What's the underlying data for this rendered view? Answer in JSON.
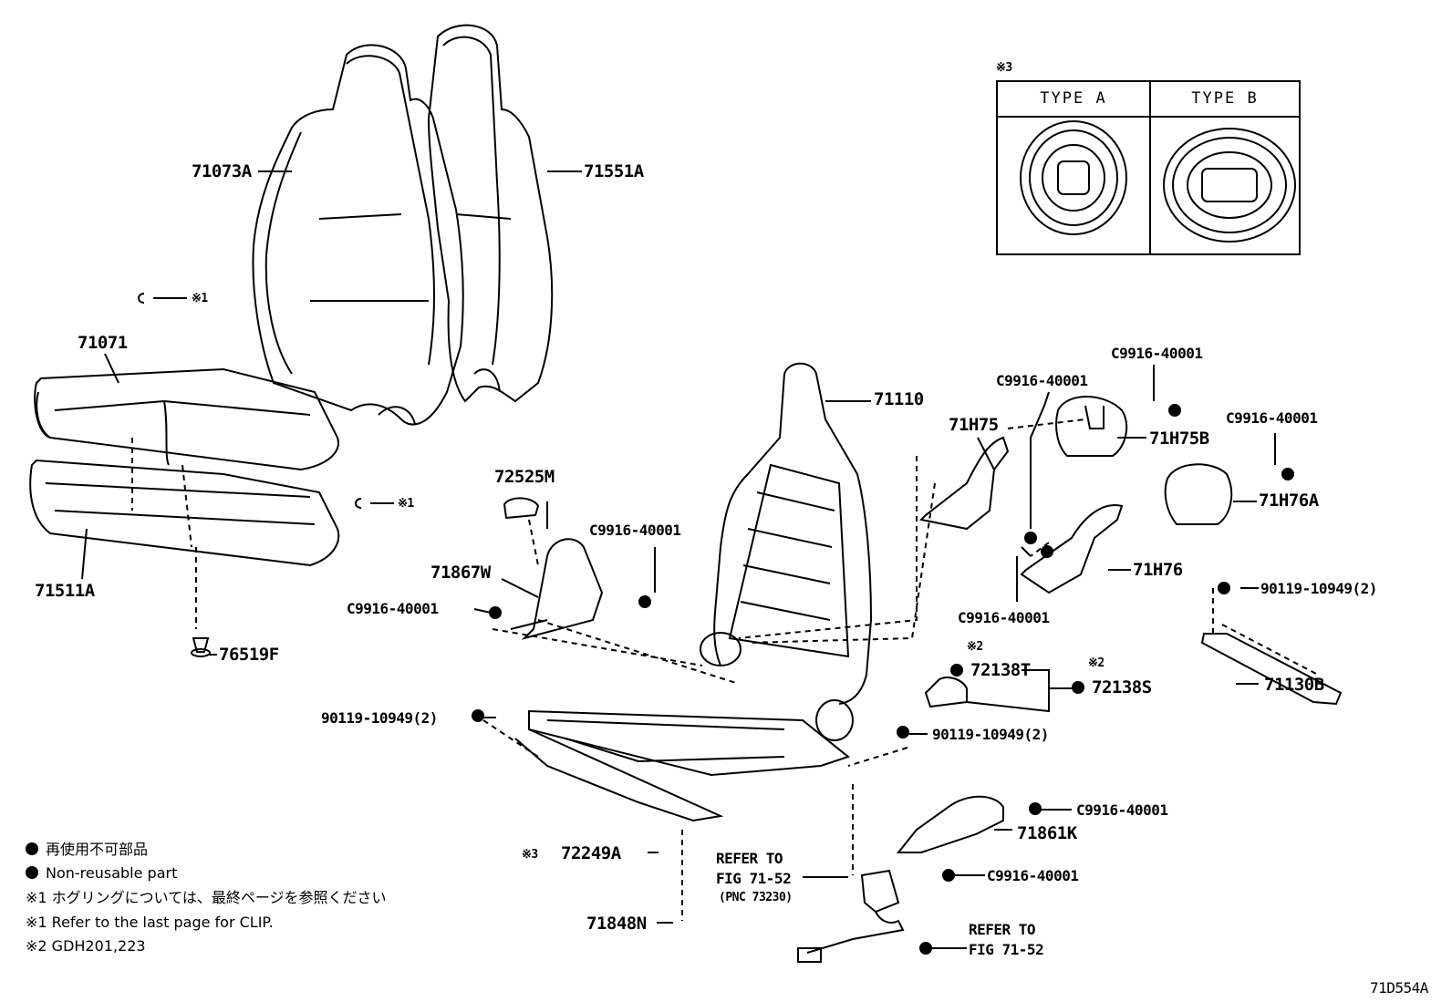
{
  "diagram_id": "71D554A",
  "type_table": {
    "marker": "※3",
    "type_a": "TYPE  A",
    "type_b": "TYPE  B"
  },
  "labels": {
    "l_71073A": "71073A",
    "l_71551A": "71551A",
    "l_clip1": "※1",
    "l_71071": "71071",
    "l_clip2": "※1",
    "l_71511A": "71511A",
    "l_76519F": "76519F",
    "l_71110": "71110",
    "l_71H75": "71H75",
    "l_c_top1": "C9916-40001",
    "l_c_top2": "C9916-40001",
    "l_71H75B": "71H75B",
    "l_c_right": "C9916-40001",
    "l_71H76A": "71H76A",
    "l_72525M": "72525M",
    "l_c_mid": "C9916-40001",
    "l_71867W": "71867W",
    "l_c_left": "C9916-40001",
    "l_71H76": "71H76",
    "l_c_h76": "C9916-40001",
    "l_90119_r": "90119-10949(2)",
    "l_71130B": "71130B",
    "l_m2a": "※2",
    "l_72138T": "72138T",
    "l_m2b": "※2",
    "l_72138S": "72138S",
    "l_90119_l": "90119-10949(2)",
    "l_90119_m": "90119-10949(2)",
    "l_c_861a": "C9916-40001",
    "l_71861K": "71861K",
    "l_c_861b": "C9916-40001",
    "l_m3": "※3",
    "l_72249A": "72249A",
    "l_refer1a": "REFER TO",
    "l_refer1b": "FIG 71-52",
    "l_pnc": "(PNC 73230)",
    "l_71848N": "71848N",
    "l_refer2a": "REFER TO",
    "l_refer2b": "FIG 71-52"
  },
  "legend": {
    "line1": "再使用不可部品",
    "line2": "Non-reusable part",
    "line3": "※1 ホグリングについては、最終ページを参照ください",
    "line4": "※1 Refer to the last page for CLIP.",
    "line5": "※2 GDH201,223"
  }
}
